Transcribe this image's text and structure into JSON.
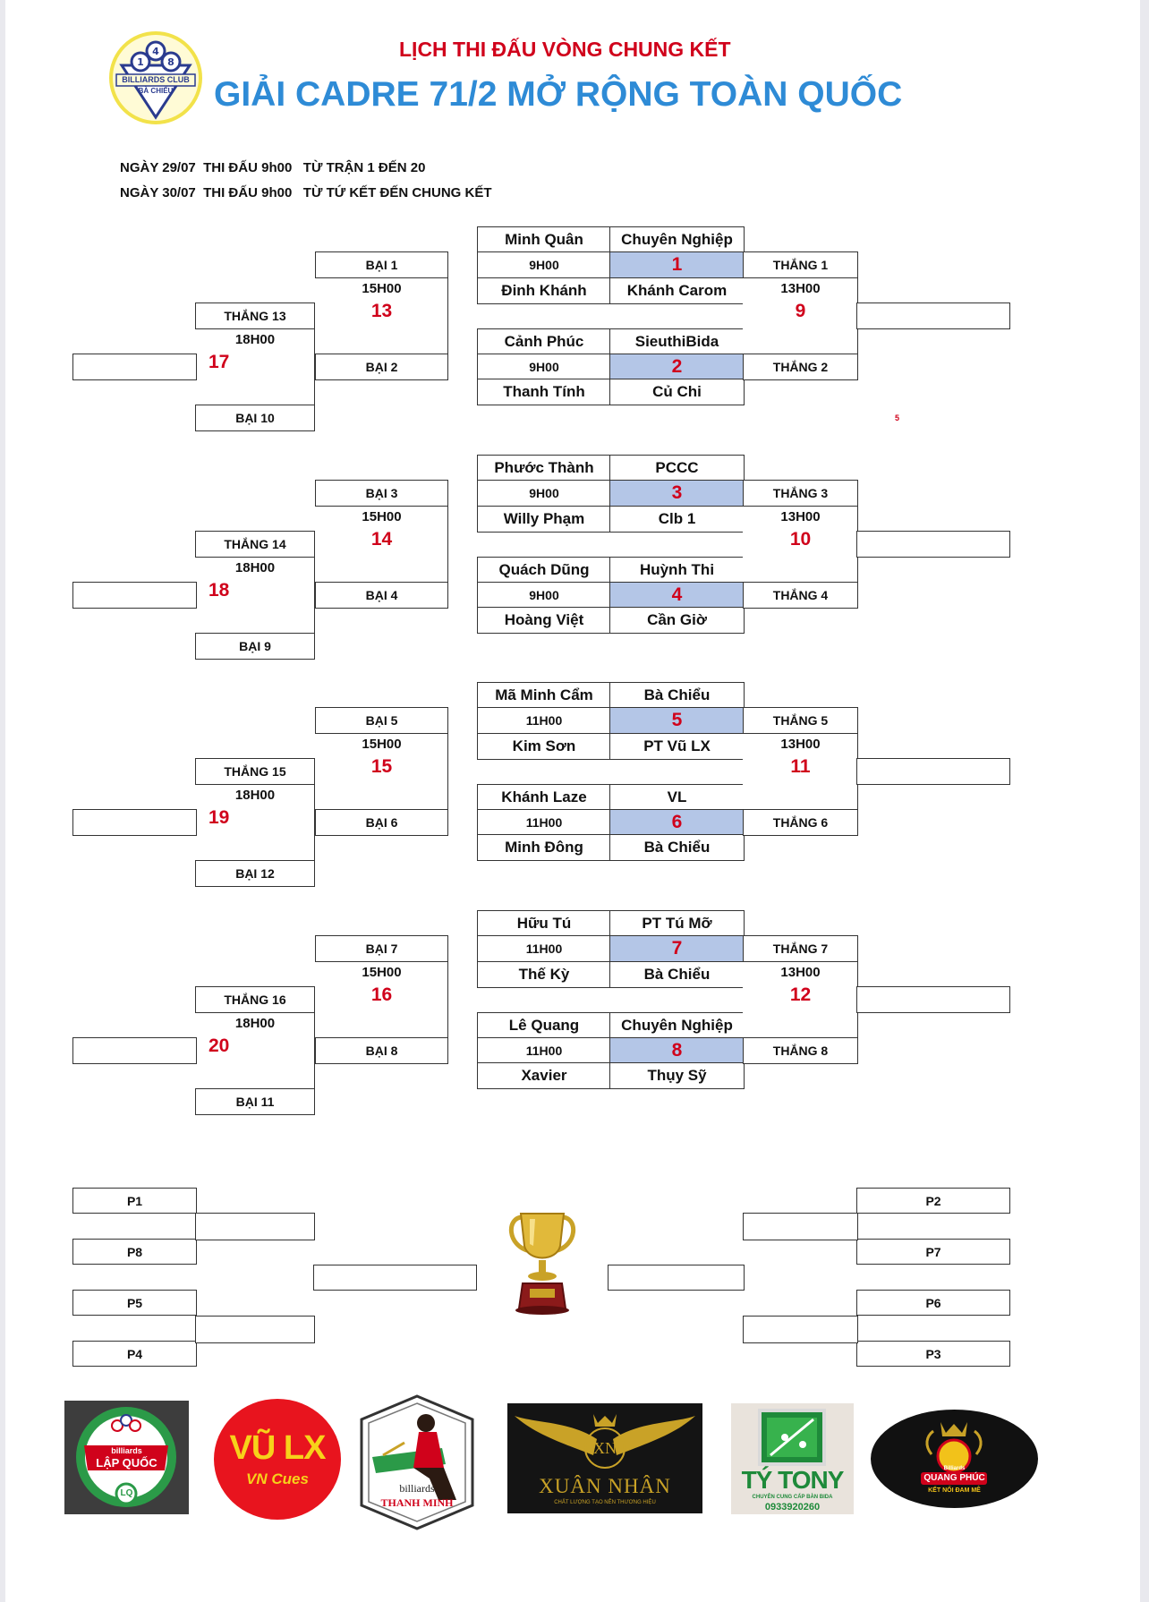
{
  "header": {
    "logo_text_line1": "BILLIARDS CLUB",
    "logo_text_line2": "BÀ CHIỂU",
    "subtitle": "LỊCH THI ĐẤU VÒNG CHUNG KẾT",
    "title": "GIẢI CADRE 71/2 MỞ RỘNG TOÀN QUỐC",
    "schedule": [
      "NGÀY 29/07  THI ĐẤU 9h00   TỪ TRẬN 1 ĐẾN 20",
      "NGÀY 30/07  THI ĐẤU 9h00   TỪ TỨ KẾT ĐẾN CHUNG KẾT"
    ]
  },
  "groups": [
    {
      "matches": [
        {
          "p1": "Minh Quân",
          "p1_club": "Chuyên Nghiệp",
          "time": "9H00",
          "num": "1",
          "p2": "Đinh Khánh",
          "p2_club": "Khánh Carom"
        },
        {
          "p1": "Cảnh Phúc",
          "p1_club": "SieuthiBida",
          "time": "9H00",
          "num": "2",
          "p2": "Thanh Tính",
          "p2_club": "Củ Chi"
        }
      ],
      "lose_a": "BẠI 1",
      "lose_b": "BẠI 2",
      "lose_time": "15H00",
      "lose_num": "13",
      "win_a": "THẮNG 1",
      "win_b": "THẮNG 2",
      "win_time": "13H00",
      "win_num": "9",
      "wl_label": "THẮNG 13",
      "wl_time": "18H00",
      "wl_num": "17",
      "bai_bottom": "BẠI 10"
    },
    {
      "matches": [
        {
          "p1": "Phước Thành",
          "p1_club": "PCCC",
          "time": "9H00",
          "num": "3",
          "p2": "Willy Phạm",
          "p2_club": "Clb 1"
        },
        {
          "p1": "Quách Dũng",
          "p1_club": "Huỳnh Thi",
          "time": "9H00",
          "num": "4",
          "p2": "Hoàng Việt",
          "p2_club": "Cần Giờ"
        }
      ],
      "lose_a": "BẠI 3",
      "lose_b": "BẠI 4",
      "lose_time": "15H00",
      "lose_num": "14",
      "win_a": "THẮNG 3",
      "win_b": "THẮNG 4",
      "win_time": "13H00",
      "win_num": "10",
      "wl_label": "THẮNG 14",
      "wl_time": "18H00",
      "wl_num": "18",
      "bai_bottom": "BẠI 9"
    },
    {
      "matches": [
        {
          "p1": "Mã Minh Cẩm",
          "p1_club": "Bà Chiểu",
          "time": "11H00",
          "num": "5",
          "p2": "Kim Sơn",
          "p2_club": "PT Vũ LX"
        },
        {
          "p1": "Khánh Laze",
          "p1_club": "VL",
          "time": "11H00",
          "num": "6",
          "p2": "Minh Đông",
          "p2_club": "Bà Chiểu"
        }
      ],
      "lose_a": "BẠI 5",
      "lose_b": "BẠI 6",
      "lose_time": "15H00",
      "lose_num": "15",
      "win_a": "THẮNG 5",
      "win_b": "THẮNG 6",
      "win_time": "13H00",
      "win_num": "11",
      "wl_label": "THẮNG 15",
      "wl_time": "18H00",
      "wl_num": "19",
      "bai_bottom": "BẠI 12"
    },
    {
      "matches": [
        {
          "p1": "Hữu Tú",
          "p1_club": "PT Tú Mỡ",
          "time": "11H00",
          "num": "7",
          "p2": "Thế Kỳ",
          "p2_club": "Bà Chiểu"
        },
        {
          "p1": "Lê Quang",
          "p1_club": "Chuyên Nghiệp",
          "time": "11H00",
          "num": "8",
          "p2": "Xavier",
          "p2_club": "Thụy Sỹ"
        }
      ],
      "lose_a": "BẠI 7",
      "lose_b": "BẠI 8",
      "lose_time": "15H00",
      "lose_num": "16",
      "win_a": "THẮNG 7",
      "win_b": "THẮNG 8",
      "win_time": "13H00",
      "win_num": "12",
      "wl_label": "THẮNG 16",
      "wl_time": "18H00",
      "wl_num": "20",
      "bai_bottom": "BẠI 11"
    }
  ],
  "stray_mark": "5",
  "finals": {
    "left": [
      "P1",
      "P8",
      "P5",
      "P4"
    ],
    "right": [
      "P2",
      "P7",
      "P6",
      "P3"
    ]
  },
  "sponsors": {
    "lap_quoc_line1": "billiards",
    "lap_quoc_line2": "LẬP QUỐC",
    "lap_quoc_badge": "LQ",
    "vu_lx_line1": "VŨ LX",
    "vu_lx_line2": "VN Cues",
    "thanh_minh_line1": "billiards",
    "thanh_minh_line2": "THANH MINH",
    "xuan_nhan_mono": "XN",
    "xuan_nhan_name": "XUÂN NHÂN",
    "xuan_nhan_tag": "CHẤT LƯỢNG TẠO NÊN THƯƠNG HIỆU",
    "ty_tony_name": "TÝ TONY",
    "ty_tony_tag": "CHUYÊN CUNG CẤP BÀN BIDA",
    "ty_tony_phone": "0933920260",
    "quang_phuc_small": "Billiards",
    "quang_phuc_name": "QUANG PHÚC",
    "quang_phuc_tag": "KẾT NỐI ĐAM MÊ"
  },
  "colors": {
    "red": "#d0021b",
    "blue_title": "#2e8bd6",
    "cell_blue": "#b4c6e7"
  }
}
